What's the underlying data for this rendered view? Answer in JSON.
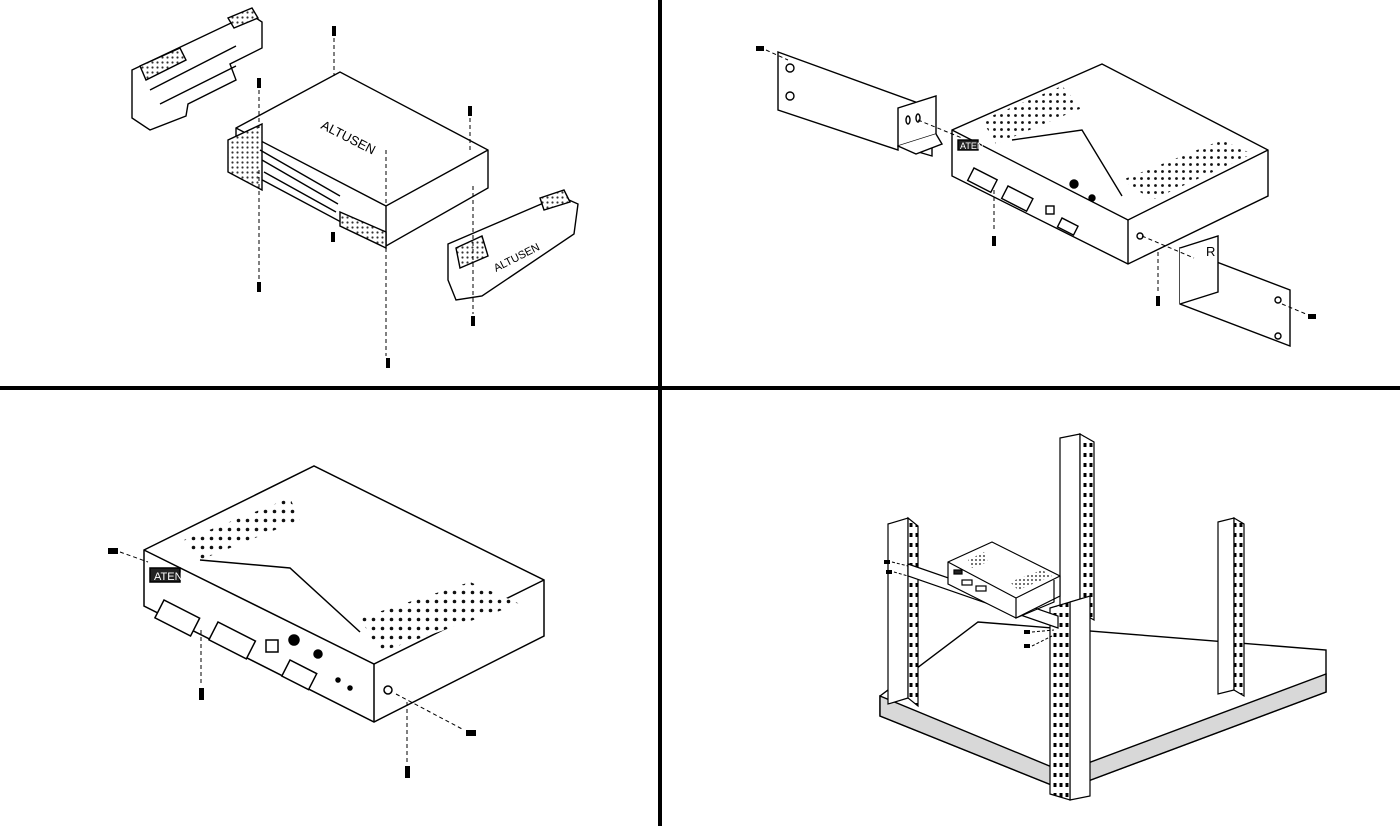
{
  "panels": {
    "p1": {
      "brand_text": "ALTUSEN",
      "grip_brand_text": "ALTUSEN"
    },
    "p2": {
      "brand_text": "ATEN",
      "bracket_mark": "R"
    },
    "p3": {
      "brand_text": "ATEN"
    },
    "p4": {}
  },
  "colors": {
    "line": "#000000",
    "fill": "#ffffff",
    "shade": "#cfcfcf",
    "dark": "#3a3a3a"
  }
}
